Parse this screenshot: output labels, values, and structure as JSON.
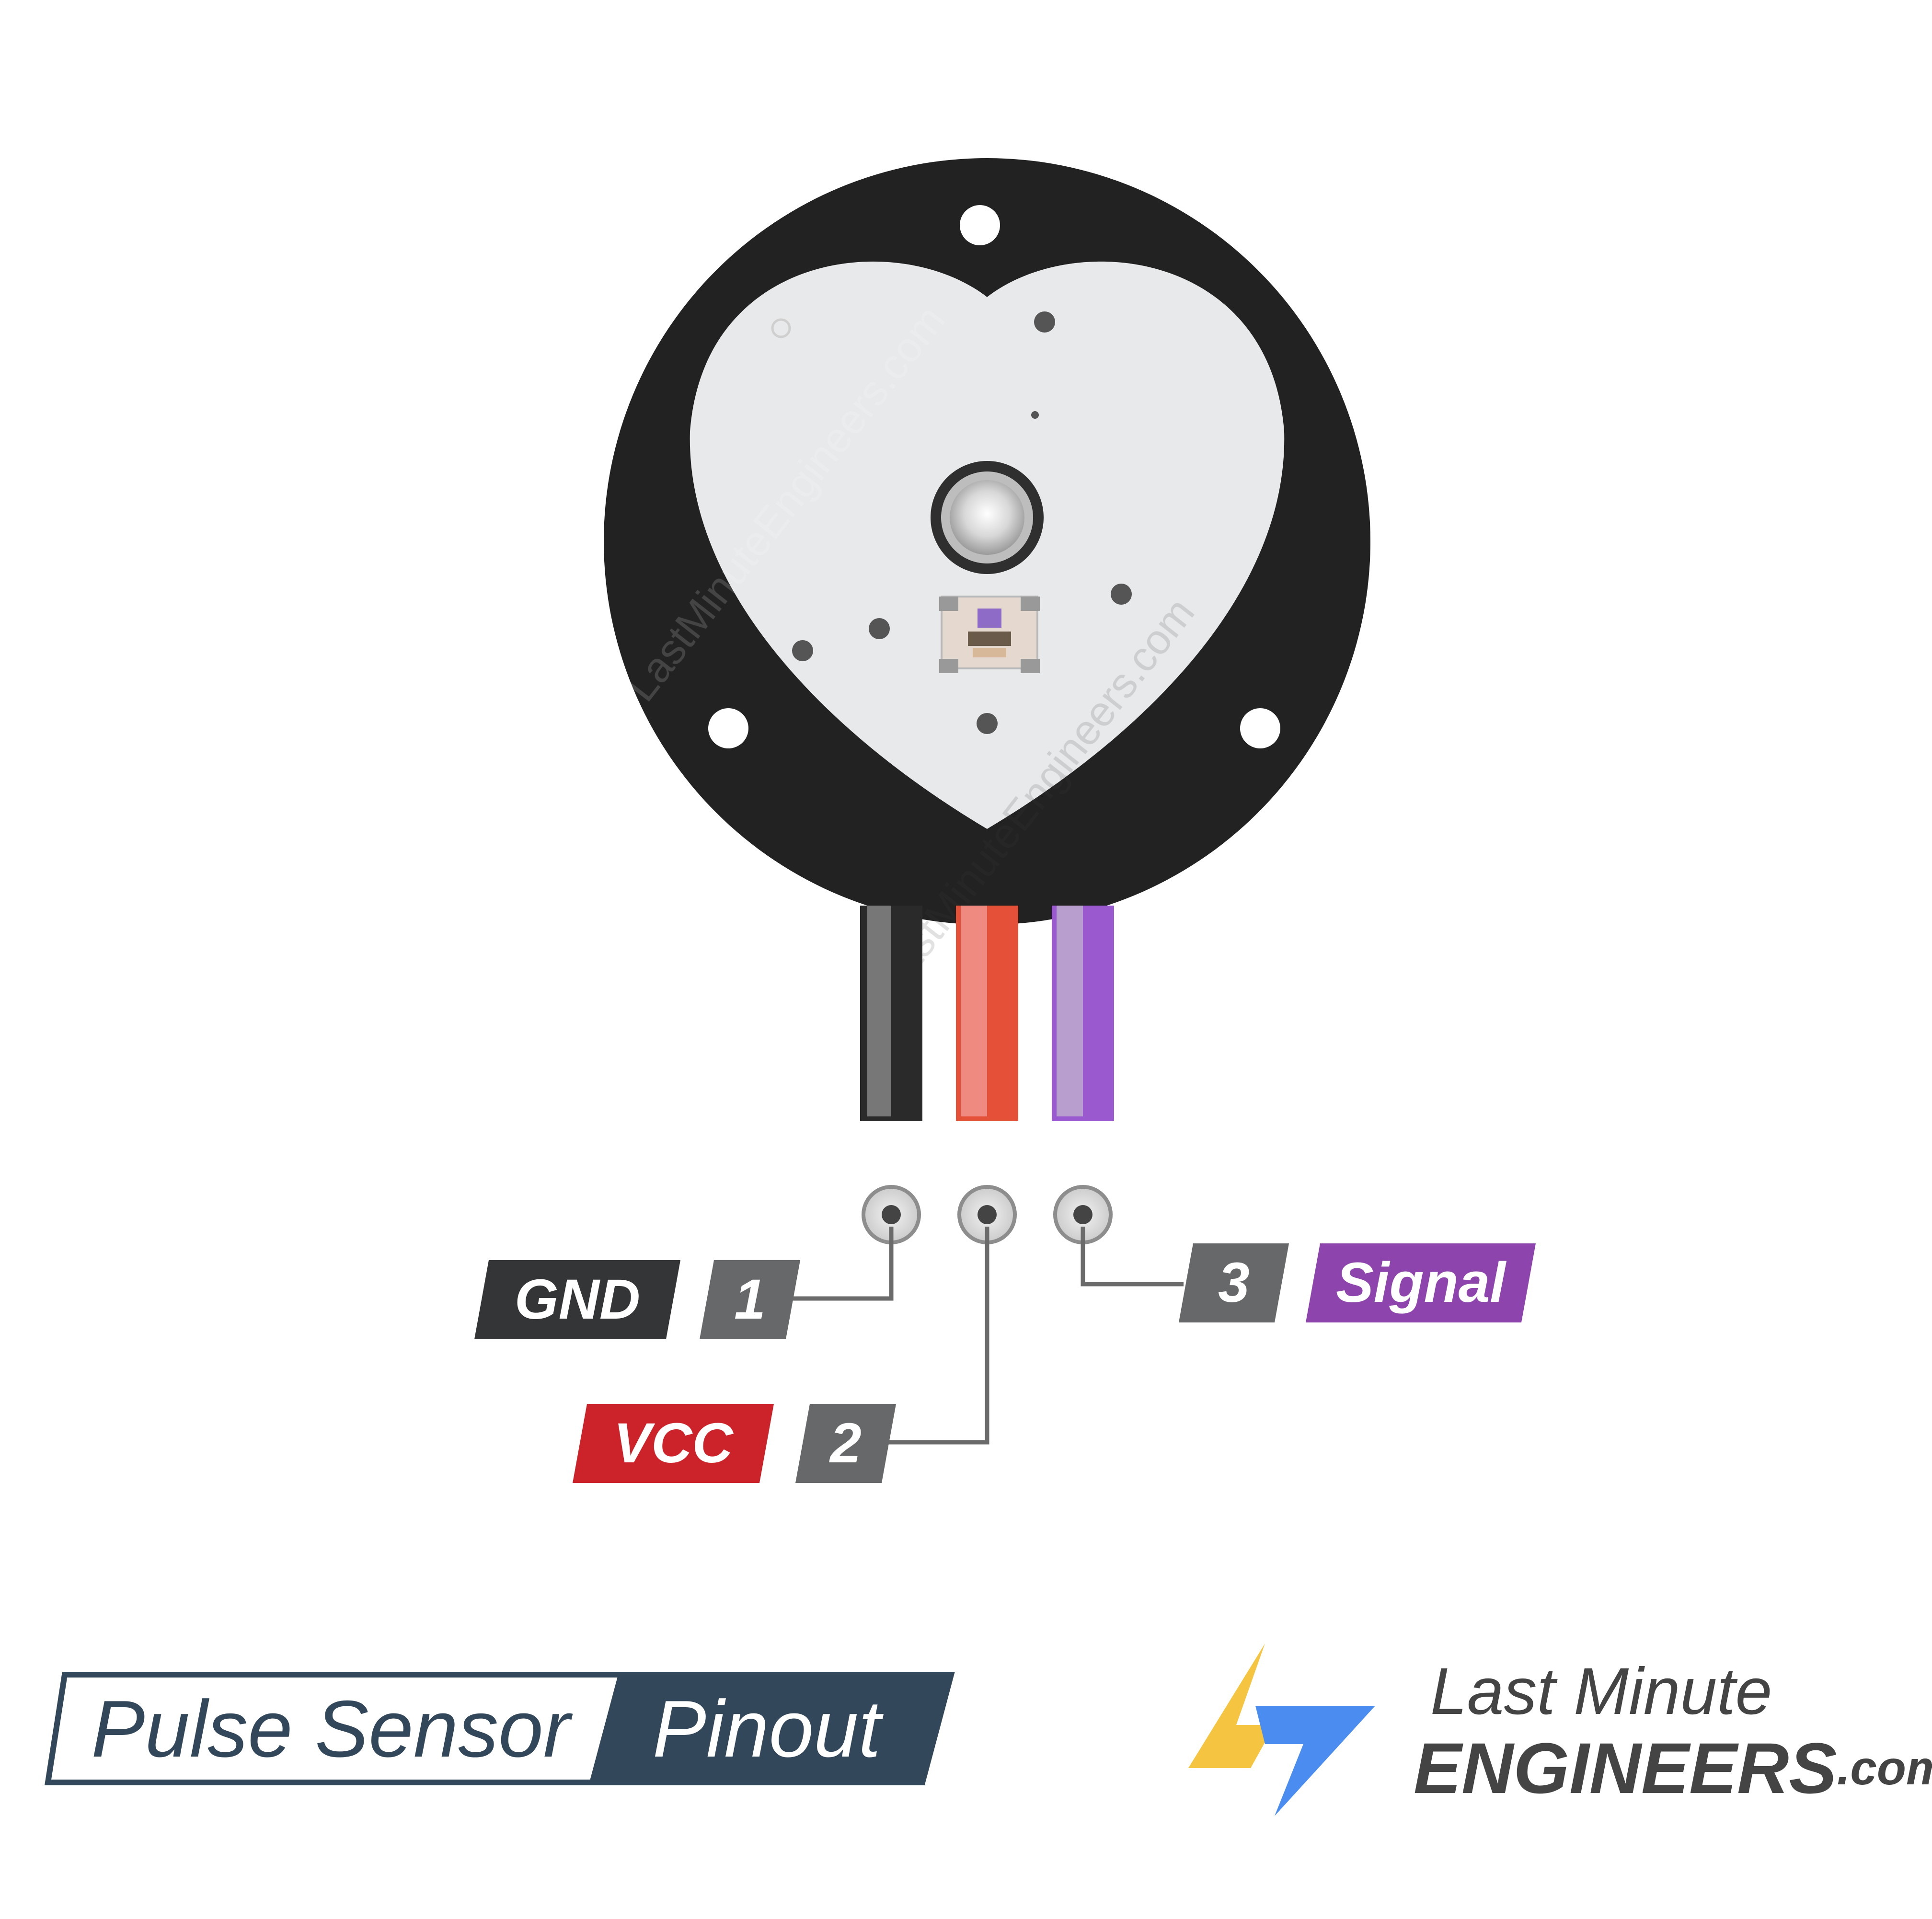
{
  "pins": [
    {
      "number": "1",
      "name": "GND",
      "color": "#333537"
    },
    {
      "number": "2",
      "name": "VCC",
      "color": "#cc2229"
    },
    {
      "number": "3",
      "name": "Signal",
      "color": "#8e44ad"
    }
  ],
  "colors": {
    "board": "#222222",
    "heart": "#e8e9eb",
    "pin_number_badge": "#666869",
    "title_box": "#33475b",
    "wire_gnd": "#2a2a2a",
    "wire_vcc": "#e55039",
    "wire_signal": "#9b59d0",
    "logo_yellow": "#f5c542",
    "logo_blue": "#4a8cf0"
  },
  "title": {
    "left": "Pulse Sensor",
    "right": "Pinout"
  },
  "brand": {
    "line1": "Last Minute",
    "line2": "ENGINEERS",
    "suffix": ".com",
    "logo_icon": "lightning-bolt-icon"
  },
  "watermark": "LastMinuteEngineers.com"
}
